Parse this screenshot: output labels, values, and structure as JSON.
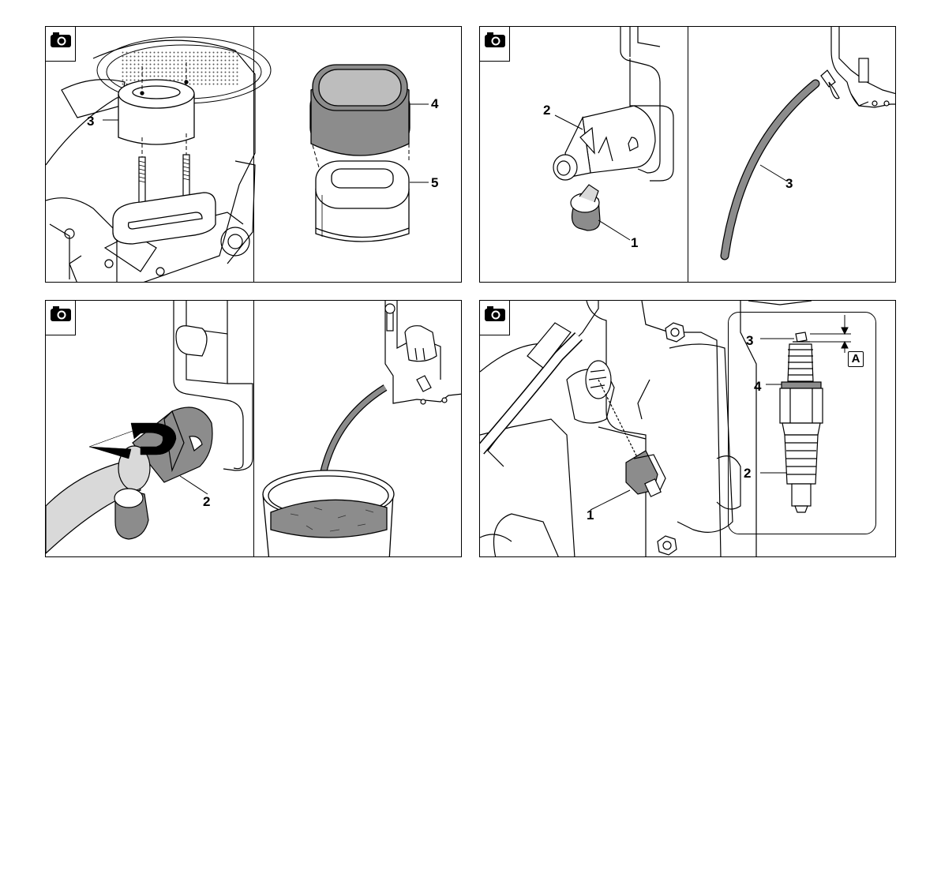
{
  "figures": [
    {
      "id": "air-filter",
      "camera_icon": "camera-icon",
      "labels": [
        "3",
        "4",
        "5"
      ]
    },
    {
      "id": "fuel-line",
      "camera_icon": "camera-icon",
      "labels": [
        "2",
        "1",
        "3"
      ]
    },
    {
      "id": "fuel-drain",
      "camera_icon": "camera-icon",
      "labels": [
        "2"
      ]
    },
    {
      "id": "spark-plug",
      "camera_icon": "camera-icon",
      "labels": [
        "3",
        "4",
        "2",
        "1"
      ],
      "gap_label": "A"
    }
  ],
  "colors": {
    "line": "#000000",
    "fill_gray": "#8c8c8c",
    "fill_light": "#d9d9d9",
    "background": "#ffffff"
  }
}
